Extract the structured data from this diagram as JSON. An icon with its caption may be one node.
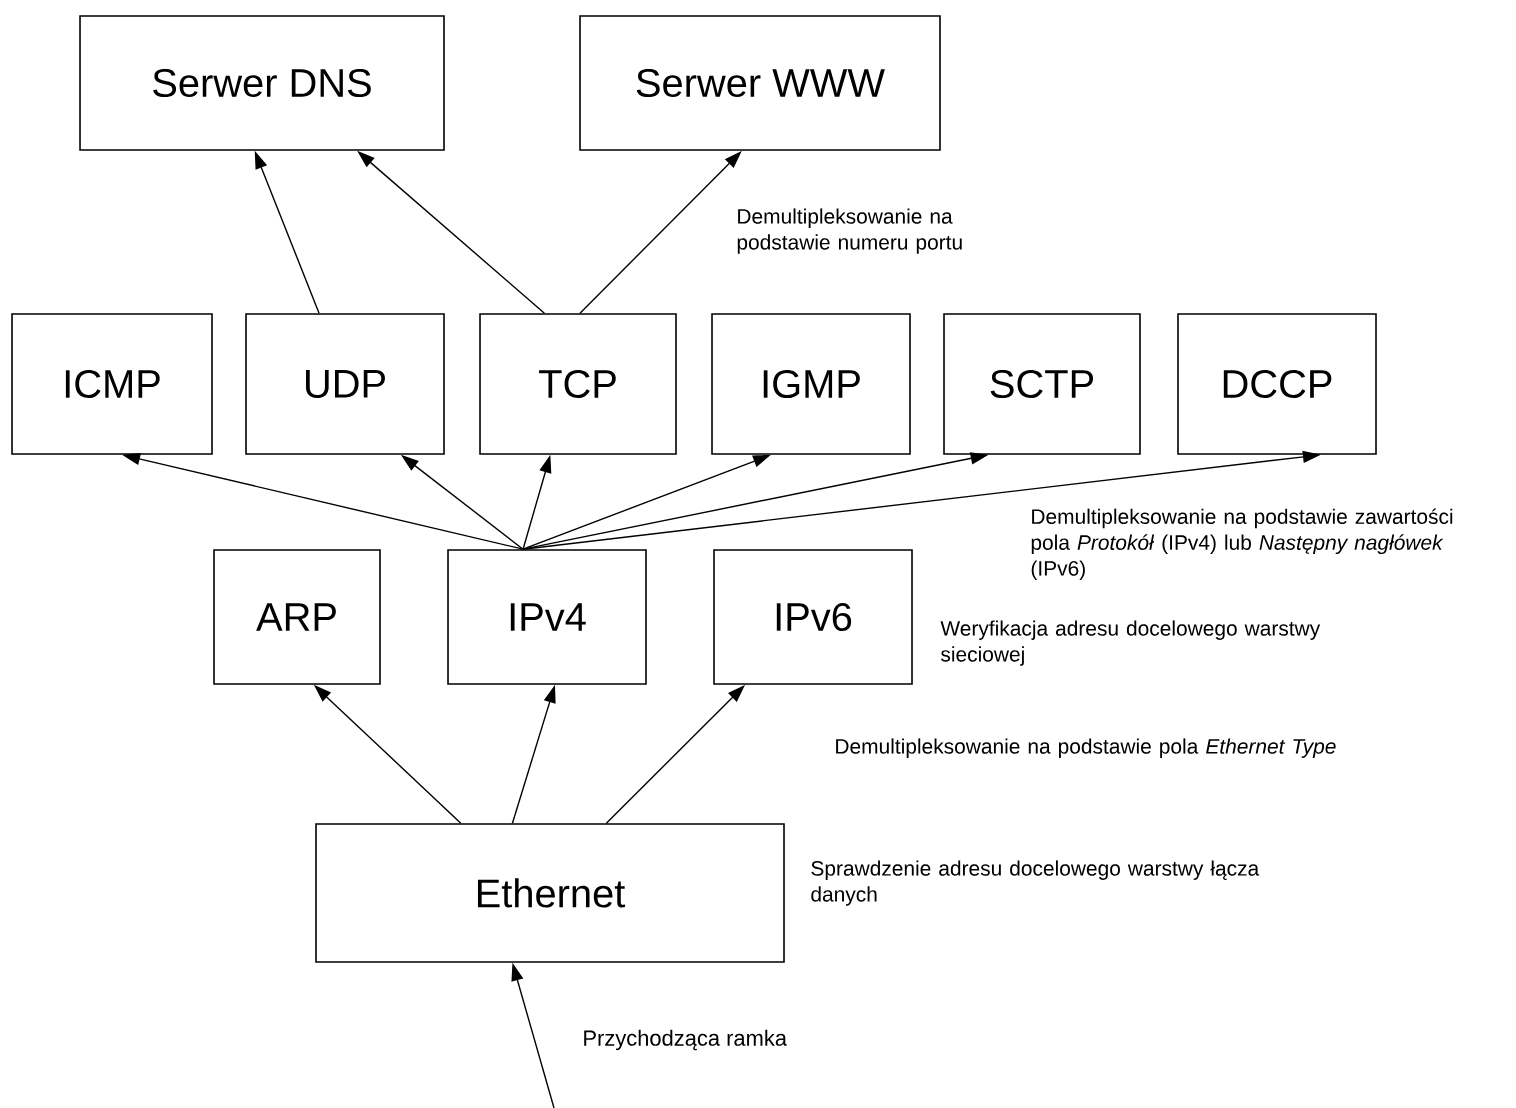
{
  "diagram": {
    "nodes": [
      {
        "text": [
          "Serwer DNS"
        ]
      },
      {
        "text": [
          "Serwer WWW"
        ]
      },
      {
        "text": [
          "ICMP"
        ]
      },
      {
        "text": [
          "UDP"
        ]
      },
      {
        "text": [
          "TCP"
        ]
      },
      {
        "text": [
          "IGMP"
        ]
      },
      {
        "text": [
          "SCTP"
        ]
      },
      {
        "text": [
          "DCCP"
        ]
      },
      {
        "text": [
          "ARP"
        ]
      },
      {
        "text": [
          "IPv4"
        ]
      },
      {
        "text": [
          "IPv6"
        ]
      },
      {
        "text": [
          "Ethernet"
        ]
      }
    ],
    "edges": [
      {
        "from": 3,
        "to": 0,
        "arrow": "to"
      },
      {
        "from": 4,
        "to": 0,
        "arrow": "to"
      },
      {
        "from": 4,
        "to": 1,
        "arrow": "to"
      },
      {
        "from": 9,
        "to": 2,
        "arrow": "to"
      },
      {
        "from": 9,
        "to": 3,
        "arrow": "to"
      },
      {
        "from": 9,
        "to": 4,
        "arrow": "to"
      },
      {
        "from": 9,
        "to": 5,
        "arrow": "to"
      },
      {
        "from": 9,
        "to": 6,
        "arrow": "to"
      },
      {
        "from": 9,
        "to": 7,
        "arrow": "to"
      },
      {
        "from": 11,
        "to": 8,
        "arrow": "to"
      },
      {
        "from": 11,
        "to": 9,
        "arrow": "to"
      },
      {
        "from": 11,
        "to": 10,
        "arrow": "to"
      },
      {
        "from": null,
        "to": 11,
        "arrow": "to",
        "label": "Przychodząca ramka"
      }
    ],
    "labels": [
      "Demultipleksowanie na podstawie numeru portu",
      "Demultipleksowanie na podstawie zawartości pola *Protokół* (IPv4) lub *Następny nagłówek* (IPv6)",
      "Weryfikacja adresu docelowego warstwy sieciowej",
      "Demultipleksowanie na podstawie pola *Ethernet Type*",
      "Sprawdzenie adresu docelowego warstwy łącza danych"
    ]
  }
}
